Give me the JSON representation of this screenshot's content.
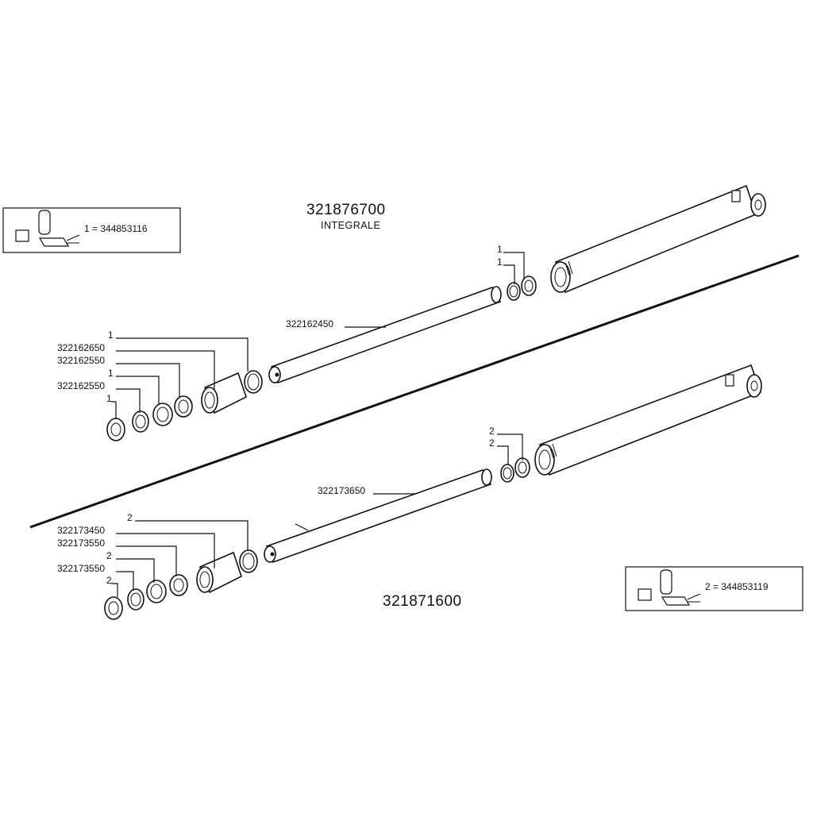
{
  "assembly_a": {
    "code": "321876700",
    "subtitle": "INTEGRALE",
    "kit_text": "1 = 344853116",
    "rod_code": "322162450",
    "labels": {
      "ring_top_1": "1",
      "ring_top_2": "1",
      "oring_rod": "1",
      "guide": "322162650",
      "seal_a": "322162550",
      "ring_mid": "1",
      "seal_b": "322162550",
      "wiper": "1"
    }
  },
  "assembly_b": {
    "code": "321871600",
    "kit_text": "2 = 344853119",
    "rod_code": "322173650",
    "labels": {
      "ring_top_1": "2",
      "ring_top_2": "2",
      "oring_rod": "2",
      "guide": "322173450",
      "seal_a": "322173550",
      "ring_mid": "2",
      "seal_b": "322173550",
      "wiper": "2"
    }
  }
}
